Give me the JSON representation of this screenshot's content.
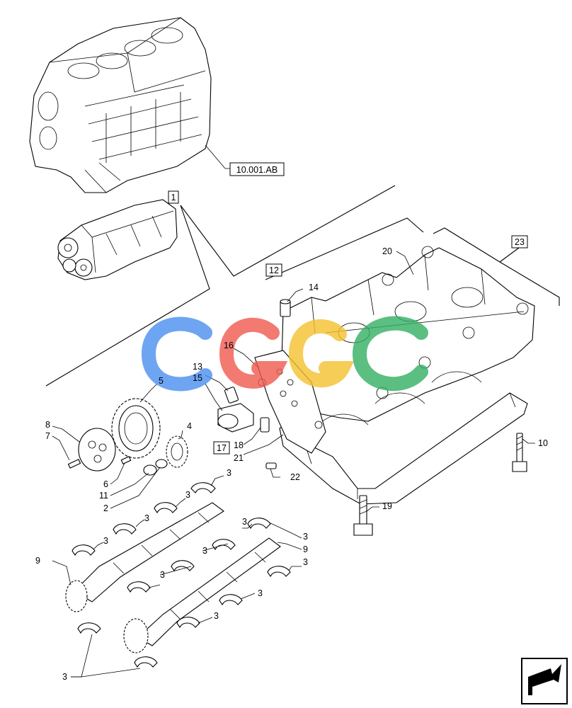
{
  "references": {
    "engine_block_ref": "10.001.AB",
    "kit_1": "1",
    "kit_12": "12",
    "kit_17": "17",
    "kit_23": "23"
  },
  "callouts": {
    "n2": "2",
    "n3": "3",
    "n4": "4",
    "n5": "5",
    "n6": "6",
    "n7": "7",
    "n8": "8",
    "n9": "9",
    "n10": "10",
    "n11": "11",
    "n13": "13",
    "n14": "14",
    "n15": "15",
    "n16": "16",
    "n18": "18",
    "n19": "19",
    "n20": "20",
    "n21": "21",
    "n22": "22"
  },
  "watermark": {
    "letters": [
      "C",
      "G",
      "G",
      "C"
    ],
    "colors": [
      "#4a8ef0",
      "#ef5a4e",
      "#f5c12e",
      "#33b063"
    ]
  },
  "nav_icon": "arrow-box-icon"
}
